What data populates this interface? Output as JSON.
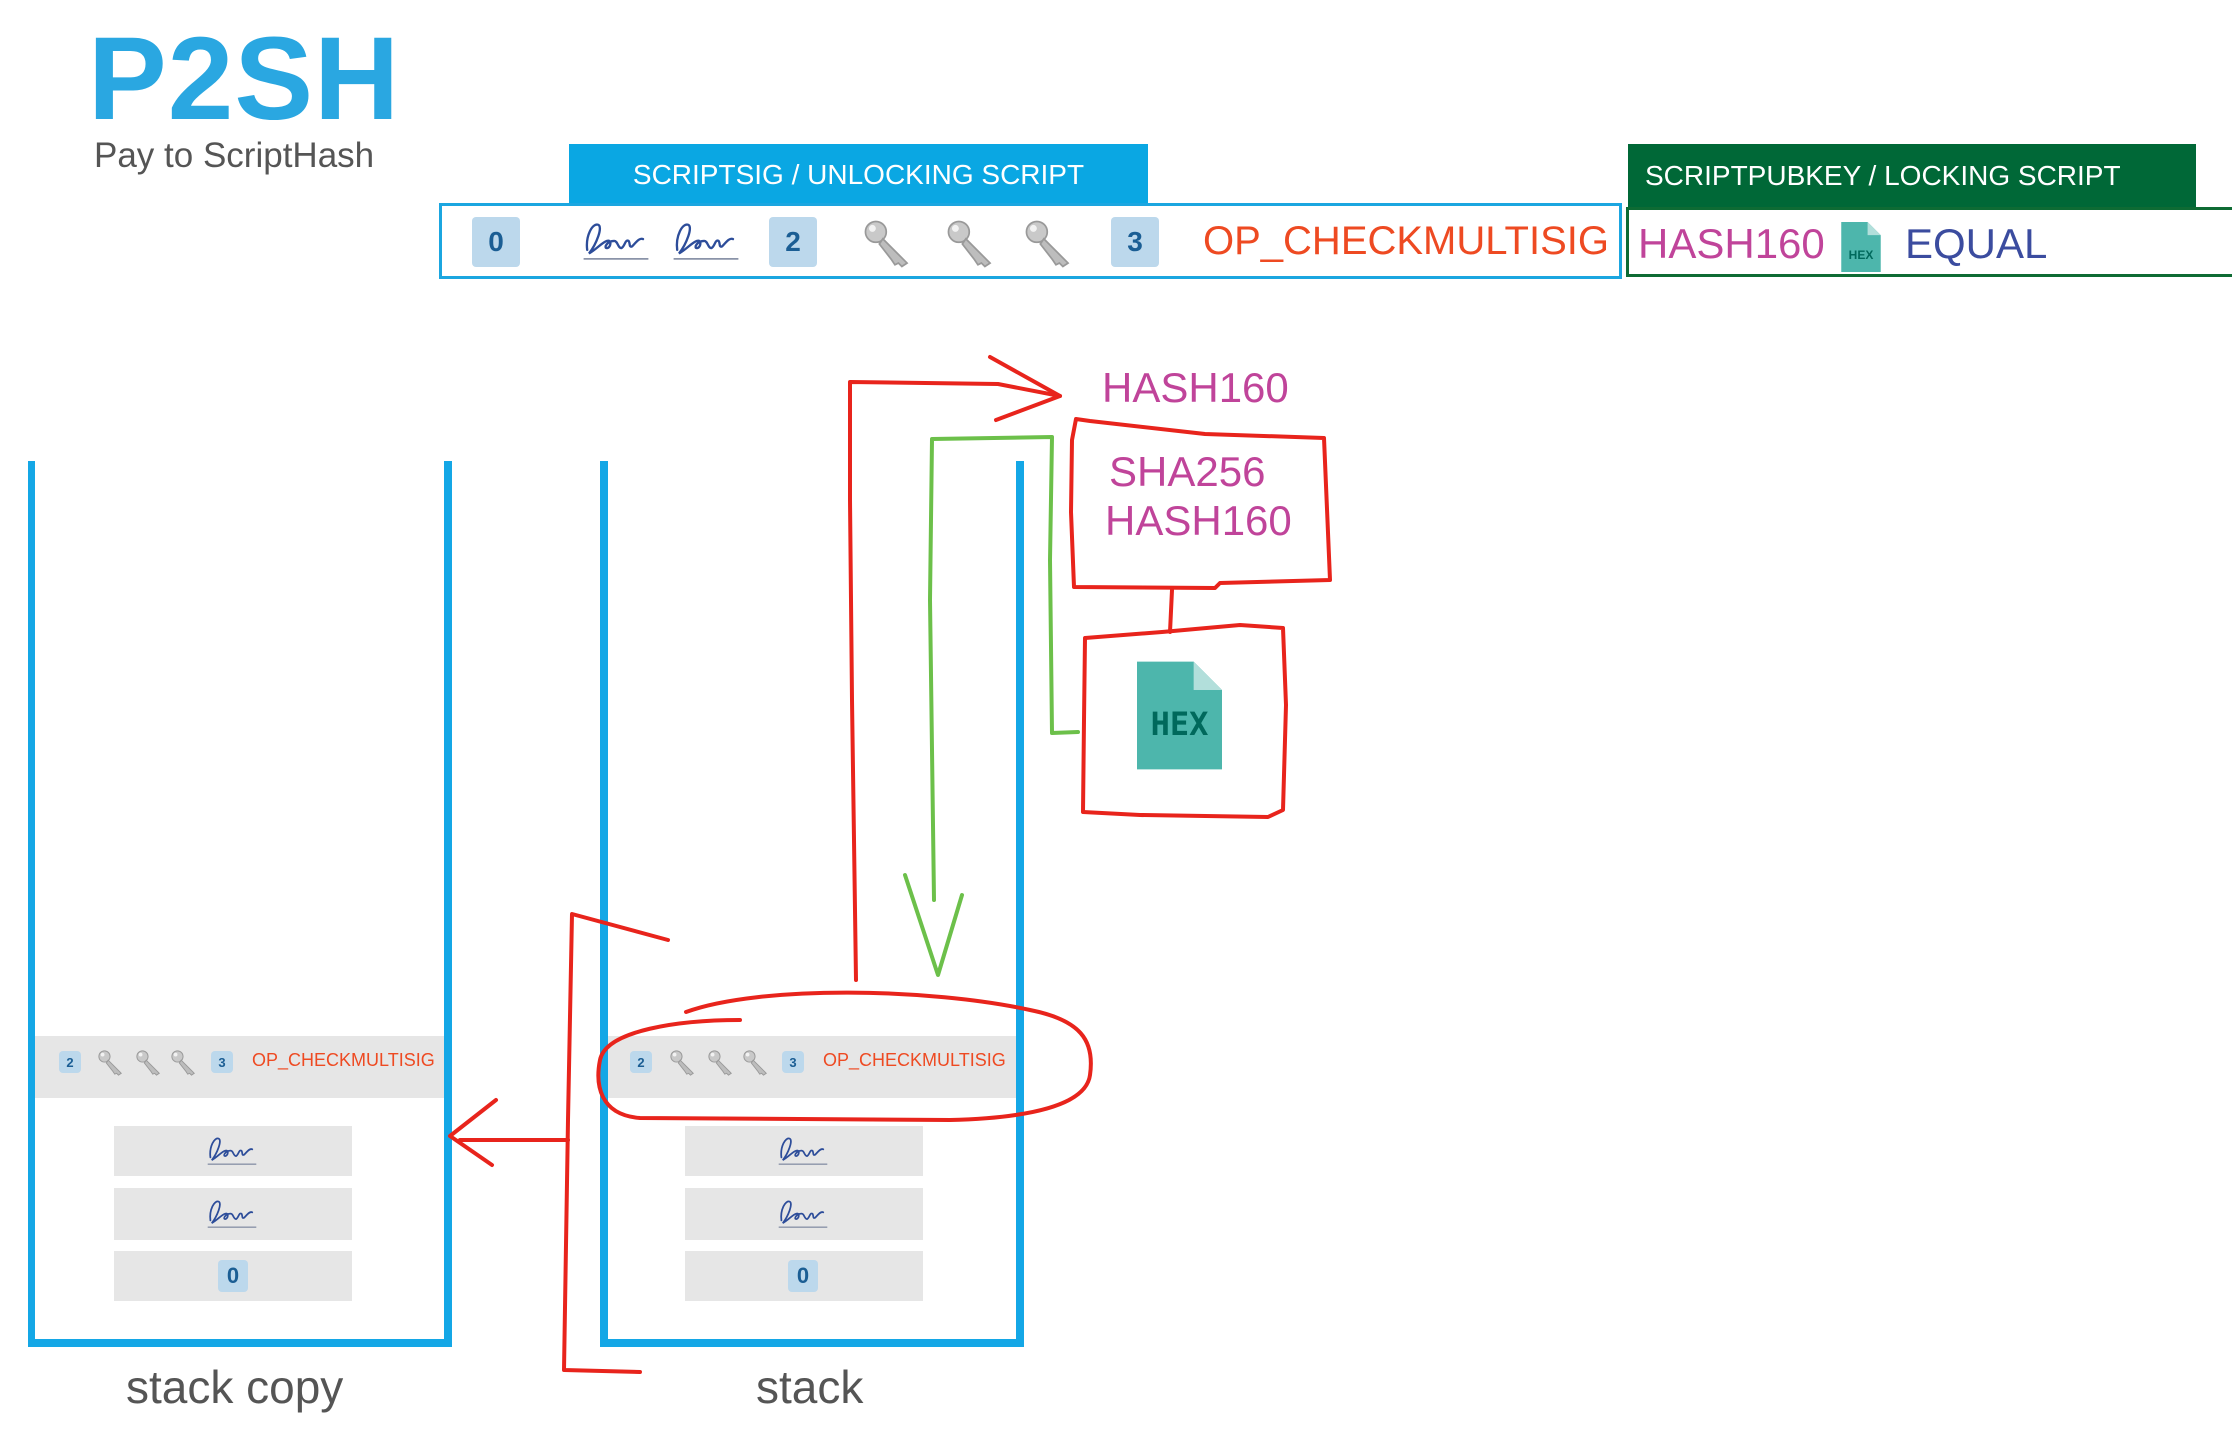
{
  "header": {
    "title": "P2SH",
    "subtitle": "Pay to ScriptHash"
  },
  "scriptsig": {
    "label": "SCRIPTSIG / UNLOCKING SCRIPT",
    "zero": "0",
    "n_required": "2",
    "n_total": "3",
    "op": "OP_CHECKMULTISIG"
  },
  "scriptpubkey": {
    "label": "SCRIPTPUBKEY /  LOCKING SCRIPT",
    "op_hash": "HASH160",
    "hex_label": "HEX",
    "op_equal": "EQUAL"
  },
  "ops": {
    "hash160": "HASH160",
    "sha256": "SHA256",
    "hash160_inner": "HASH160",
    "hex_label": "HEX"
  },
  "stack_copy": {
    "label": "stack copy",
    "redeem": {
      "n_required": "2",
      "n_total": "3",
      "op": "OP_CHECKMULTISIG"
    },
    "zero": "0"
  },
  "stack": {
    "label": "stack",
    "redeem": {
      "n_required": "2",
      "n_total": "3",
      "op": "OP_CHECKMULTISIG"
    },
    "zero": "0"
  },
  "colors": {
    "blue": "#14a7e6",
    "green_header": "#006837",
    "orange_red": "#ee4a22",
    "magenta": "#c0449a",
    "navy": "#3b4c9f",
    "annotation_red": "#e8241c",
    "annotation_green": "#6cc04a",
    "hex_teal": "#4db6ac"
  },
  "icons": [
    "signature-icon",
    "key-icon",
    "hex-file-icon"
  ]
}
